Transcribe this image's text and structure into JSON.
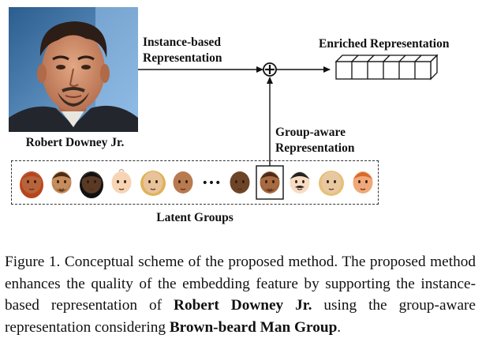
{
  "photo": {
    "person_name": "Robert Downey Jr.",
    "icon": "portrait-photo"
  },
  "labels": {
    "instance_line1": "Instance-based",
    "instance_line2": "Representation",
    "enriched": "Enriched Representation",
    "group_line1": "Group-aware",
    "group_line2": "Representation",
    "latent_groups": "Latent Groups"
  },
  "emoji_row": {
    "faces": [
      {
        "skin": "#b8643a",
        "hair": "#b8461c",
        "type": "woman-long"
      },
      {
        "skin": "#c58c5c",
        "hair": "#4a2c17",
        "type": "man-beard"
      },
      {
        "skin": "#5a3a25",
        "hair": "#111111",
        "type": "woman-long"
      },
      {
        "skin": "#f6d4b4",
        "hair": "#f6d4b4",
        "type": "baby"
      },
      {
        "skin": "#e8c299",
        "hair": "#e0b257",
        "type": "woman-curly"
      },
      {
        "skin": "#b87a4f",
        "hair": "#b87a4f",
        "type": "plain"
      },
      {
        "skin": "#6e4428",
        "hair": "#6e4428",
        "type": "plain"
      },
      {
        "skin": "#a86a40",
        "hair": "#4a2c17",
        "type": "man-beard",
        "highlighted": true
      },
      {
        "skin": "#f7dcc3",
        "hair": "#222222",
        "type": "man-mustache"
      },
      {
        "skin": "#e8c8a0",
        "hair": "#e6c078",
        "type": "woman-curly"
      },
      {
        "skin": "#f0a878",
        "hair": "#d96a2a",
        "type": "man-short"
      }
    ],
    "ellipsis": "•••"
  },
  "caption": {
    "p1": "Figure 1. Conceptual scheme of the proposed method. The proposed method enhances the quality of the embedding feature by supporting the instance-based representation of ",
    "b1": "Robert Downey Jr.",
    "p2": " using the group-aware representation considering ",
    "b2": "Brown-beard Man Group",
    "p3": "."
  }
}
